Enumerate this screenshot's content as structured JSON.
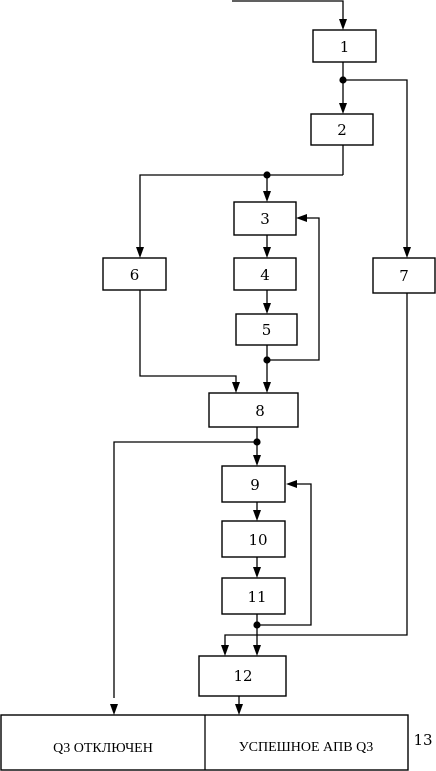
{
  "blocks": {
    "b1": "1",
    "b2": "2",
    "b3": "3",
    "b4": "4",
    "b5": "5",
    "b6": "6",
    "b7": "7",
    "b8": "8",
    "b9": "9",
    "b10": "10",
    "b11": "11",
    "b12": "12"
  },
  "output": {
    "left_text": "Q3 ОТКЛЮЧЕН",
    "right_text": "УСПЕШНОЕ АПВ Q3",
    "number": "13"
  }
}
